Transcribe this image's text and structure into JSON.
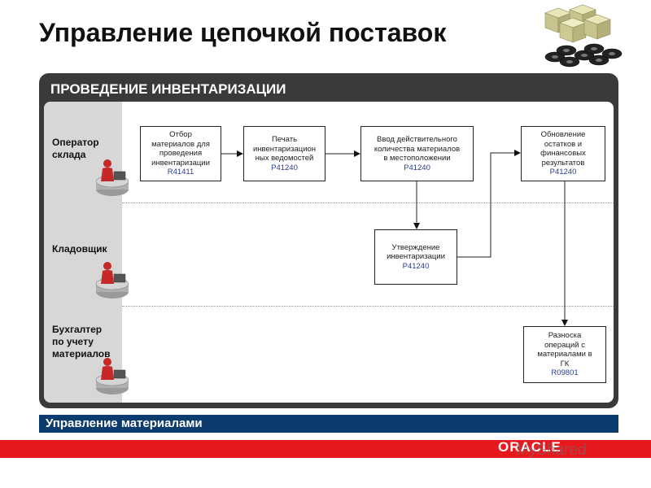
{
  "header": {
    "title": "Управление цепочкой поставок"
  },
  "panel": {
    "title": "ПРОВЕДЕНИЕ ИНВЕНТАРИЗАЦИИ"
  },
  "lanes": [
    {
      "lines": [
        "Оператор",
        "склада"
      ]
    },
    {
      "lines": [
        "Кладовщик"
      ]
    },
    {
      "lines": [
        "Бухгалтер",
        "по учету",
        "материалов"
      ]
    }
  ],
  "steps": [
    {
      "lines": [
        "Отбор",
        "материалов для",
        "проведения",
        "инвентаризации"
      ],
      "code": "R41411"
    },
    {
      "lines": [
        "Печать",
        "инвентаризацион",
        "ных ведомостей"
      ],
      "code": "P41240"
    },
    {
      "lines": [
        "Ввод действительного",
        "количества материалов",
        "в местоположении"
      ],
      "code": "P41240"
    },
    {
      "lines": [
        "Обновление",
        "остатков и",
        "финансовых",
        "результатов"
      ],
      "code": "P41240"
    },
    {
      "lines": [
        "Утверждение",
        "инвентаризации"
      ],
      "code": "P41240"
    },
    {
      "lines": [
        "Разноска",
        "операций с",
        "материалами в",
        "ГК"
      ],
      "code": "R09801"
    }
  ],
  "footer": {
    "section_label": "Управление материалами",
    "brand": "ORACLE",
    "watermark": "MyShared"
  },
  "colors": {
    "panel": "#3a3a3a",
    "lane_column": "#d7d7d7",
    "bottom_bar": "#0c3c6e",
    "red_band": "#e8191e",
    "code_text": "#2b3e8c"
  }
}
